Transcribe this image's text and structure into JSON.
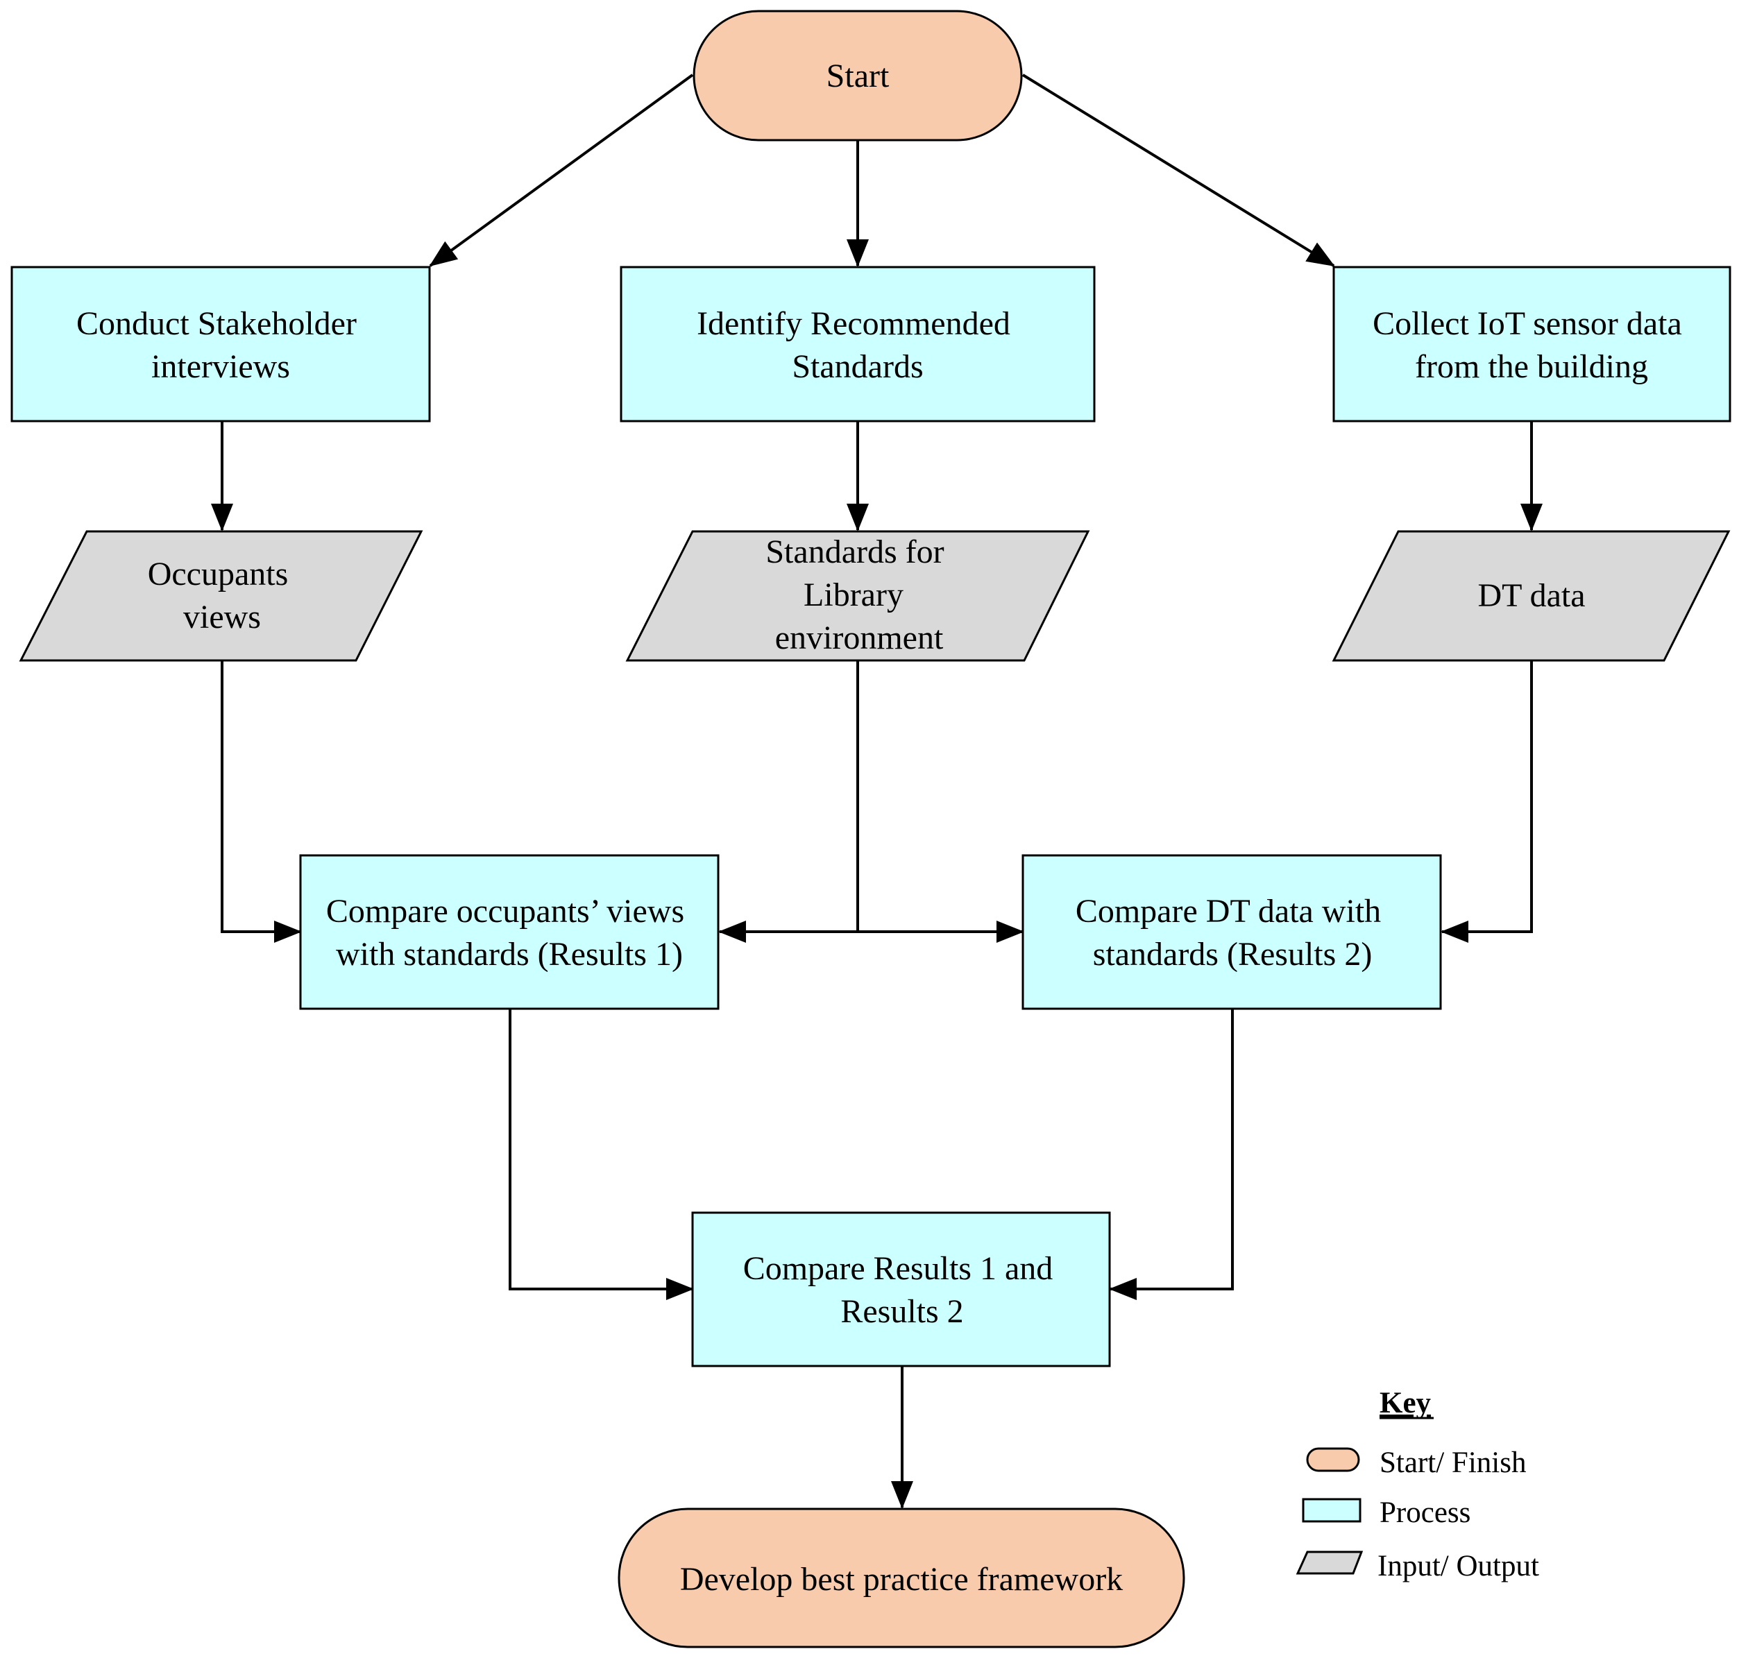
{
  "diagram": {
    "nodes": {
      "start": {
        "type": "terminator",
        "lines": [
          "Start"
        ]
      },
      "stakeholder": {
        "type": "process",
        "lines": [
          "Conduct Stakeholder",
          "interviews"
        ]
      },
      "standards_identify": {
        "type": "process",
        "lines": [
          "Identify Recommended",
          "Standards"
        ]
      },
      "iot_collect": {
        "type": "process",
        "lines": [
          "Collect IoT sensor data",
          "from the building"
        ]
      },
      "occupants_views": {
        "type": "io",
        "lines": [
          "Occupants",
          "views"
        ]
      },
      "library_standards": {
        "type": "io",
        "lines": [
          "Standards for",
          "Library",
          "environment"
        ]
      },
      "dt_data": {
        "type": "io",
        "lines": [
          "DT data"
        ]
      },
      "compare_occupants": {
        "type": "process",
        "lines": [
          "Compare occupants’ views",
          "with standards (Results 1)"
        ]
      },
      "compare_dt": {
        "type": "process",
        "lines": [
          "Compare DT data with",
          "standards (Results 2)"
        ]
      },
      "compare_results": {
        "type": "process",
        "lines": [
          "Compare Results 1 and",
          "Results 2"
        ]
      },
      "finish": {
        "type": "terminator",
        "lines": [
          "Develop best practice framework"
        ]
      }
    },
    "edges": [
      {
        "from": "start",
        "to": "stakeholder"
      },
      {
        "from": "start",
        "to": "standards_identify"
      },
      {
        "from": "start",
        "to": "iot_collect"
      },
      {
        "from": "stakeholder",
        "to": "occupants_views"
      },
      {
        "from": "standards_identify",
        "to": "library_standards"
      },
      {
        "from": "iot_collect",
        "to": "dt_data"
      },
      {
        "from": "occupants_views",
        "to": "compare_occupants"
      },
      {
        "from": "library_standards",
        "to": "compare_occupants"
      },
      {
        "from": "library_standards",
        "to": "compare_dt"
      },
      {
        "from": "dt_data",
        "to": "compare_dt"
      },
      {
        "from": "compare_occupants",
        "to": "compare_results"
      },
      {
        "from": "compare_dt",
        "to": "compare_results"
      },
      {
        "from": "compare_results",
        "to": "finish"
      }
    ],
    "key": {
      "title": "Key",
      "items": [
        {
          "shape": "terminator",
          "label": "Start/ Finish"
        },
        {
          "shape": "process",
          "label": "Process"
        },
        {
          "shape": "io",
          "label": "Input/ Output"
        }
      ]
    },
    "colors": {
      "terminator_fill": "#F8CBAD",
      "process_fill": "#CCFFFF",
      "io_fill": "#D9D9D9",
      "stroke": "#000000",
      "shadow": "#bdd7ee"
    }
  }
}
